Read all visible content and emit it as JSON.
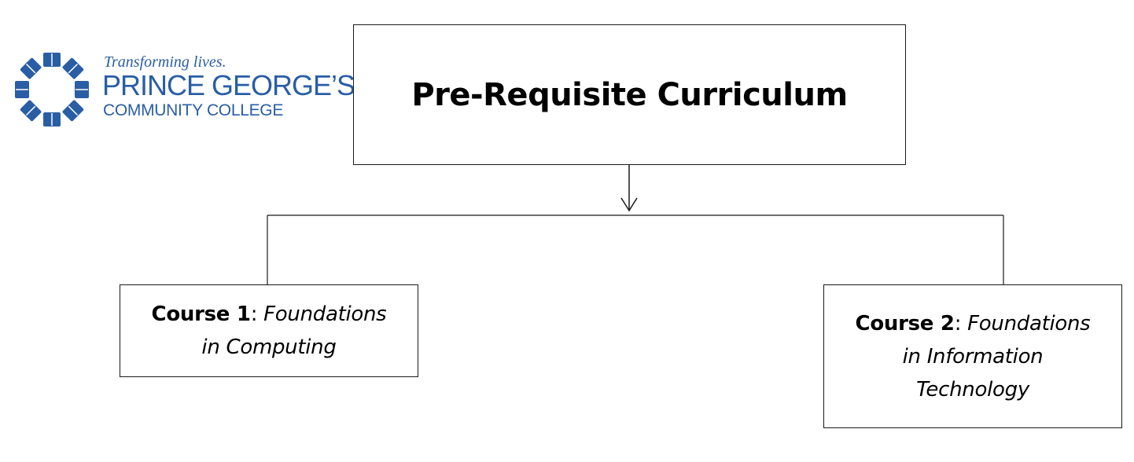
{
  "logo": {
    "tagline": "Transforming lives.",
    "name_line1": "PRINCE GEORGE’S",
    "name_line2": "COMMUNITY COLLEGE",
    "brand_color": "#2a5ea4"
  },
  "main_box": {
    "title": "Pre-Requisite Curriculum"
  },
  "courses": [
    {
      "number_label": "Course 1",
      "separator": ": ",
      "name_line1": "Foundations",
      "name_line2": "in Computing",
      "name_line3": ""
    },
    {
      "number_label": "Course 2",
      "separator": ": ",
      "name_line1": "Foundations",
      "name_line2": "in Information",
      "name_line3": "Technology"
    }
  ],
  "colors": {
    "line": "#1a1a1a",
    "text": "#000000"
  }
}
